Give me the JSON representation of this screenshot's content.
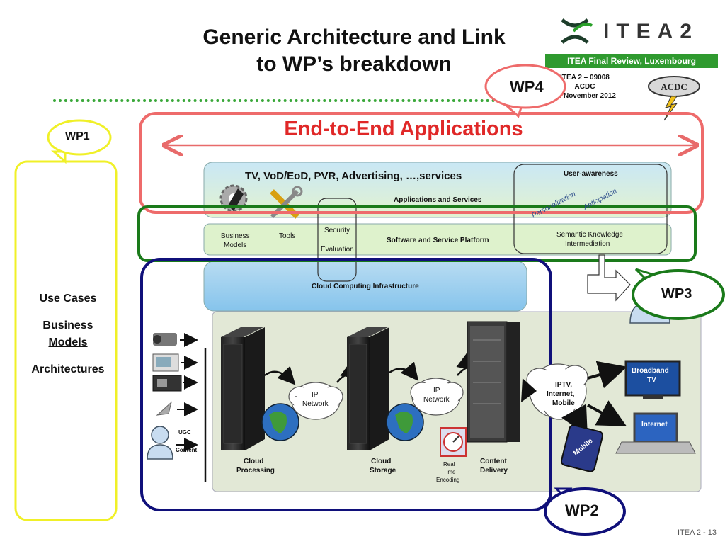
{
  "title": {
    "line1": "Generic Architecture and Link",
    "line2": "to WP’s breakdown"
  },
  "logo": {
    "text": "ITEA2"
  },
  "review": "ITEA Final Review, Luxembourg",
  "meta": {
    "line1": "ITEA 2 – 09008",
    "line2": "ACDC",
    "line3": "21 November 2012"
  },
  "acdc_logo": "ACDC",
  "wp": {
    "wp1": "WP1",
    "wp2": "WP2",
    "wp3": "WP3",
    "wp4": "WP4"
  },
  "e2e": "End-to-End Applications",
  "usecases": {
    "l1": "Use Cases",
    "l2": "Business",
    "l3": "Models",
    "l4": "Architectures"
  },
  "layers": {
    "services_head": "TV, VoD/EoD, PVR, Advertising, …,services",
    "apps": "Applications and Services",
    "user_awareness": "User-awareness",
    "personalization": "Personalization",
    "anticipation": "Anticipation",
    "security": "Security",
    "evaluation": "Evaluation",
    "business": "Business",
    "models": "Models",
    "tools": "Tools",
    "platform": "Software and Service Platform",
    "semantic1": "Semantic Knowledge",
    "semantic2": "Intermediation",
    "cloud_infra": "Cloud Computing Infrastructure"
  },
  "bottom": {
    "ugc": "UGC",
    "content": "Content",
    "ip1": "IP",
    "net1": "Network",
    "ip2": "IP",
    "net2": "Network",
    "cloud_proc1": "Cloud",
    "cloud_proc2": "Processing",
    "cloud_stor1": "Cloud",
    "cloud_stor2": "Storage",
    "realtime1": "Real",
    "realtime2": "Time",
    "realtime3": "Encoding",
    "content_del1": "Content",
    "content_del2": "Delivery",
    "iptv1": "IPTV,",
    "iptv2": "Internet,",
    "iptv3": "Mobile",
    "broadband1": "Broadband",
    "broadband2": "TV",
    "internet": "Internet",
    "mobile": "Mobile"
  },
  "footer": "ITEA 2  -  13",
  "colors": {
    "e2e_red": "#e02828",
    "wp_green": "#1a7a1a",
    "wp_blue": "#10107a",
    "wp_yellow": "#f0f028",
    "review_green": "#2f9a2f"
  }
}
